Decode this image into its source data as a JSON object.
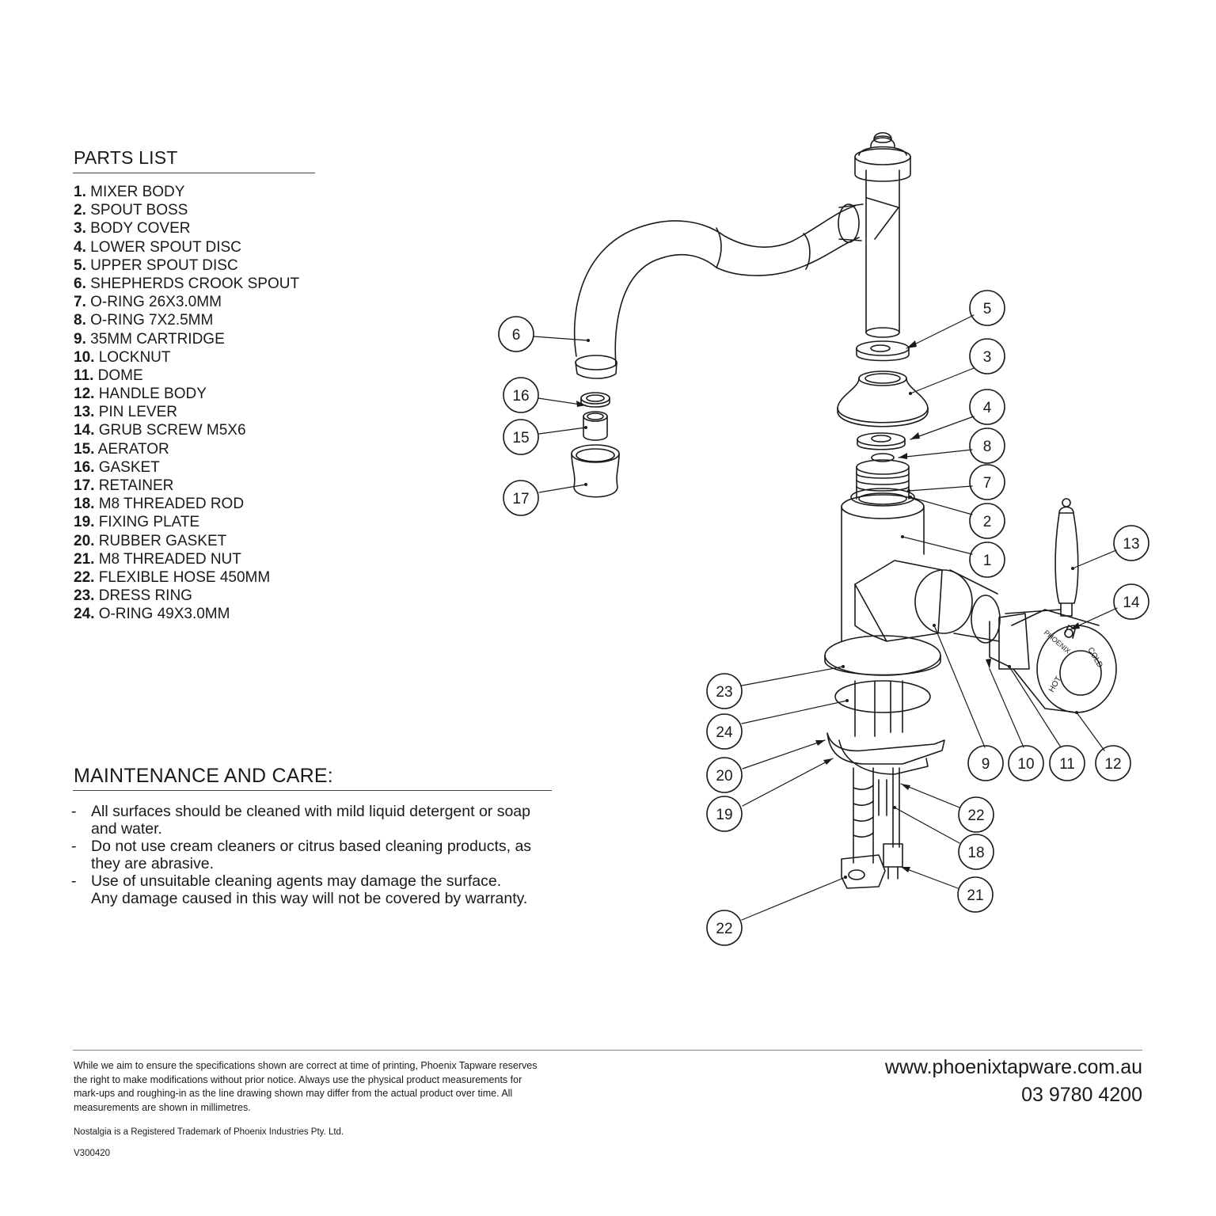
{
  "parts_list": {
    "title": "PARTS LIST",
    "items": [
      {
        "num": "1.",
        "label": "MIXER BODY"
      },
      {
        "num": "2.",
        "label": "SPOUT BOSS"
      },
      {
        "num": "3.",
        "label": "BODY COVER"
      },
      {
        "num": "4.",
        "label": "LOWER SPOUT DISC"
      },
      {
        "num": "5.",
        "label": "UPPER SPOUT DISC"
      },
      {
        "num": "6.",
        "label": "SHEPHERDS CROOK SPOUT"
      },
      {
        "num": "7.",
        "label": "O-RING 26X3.0MM"
      },
      {
        "num": "8.",
        "label": "O-RING 7X2.5MM"
      },
      {
        "num": "9.",
        "label": "35MM CARTRIDGE"
      },
      {
        "num": "10.",
        "label": "LOCKNUT"
      },
      {
        "num": "11.",
        "label": "DOME"
      },
      {
        "num": "12.",
        "label": "HANDLE BODY"
      },
      {
        "num": "13.",
        "label": "PIN LEVER"
      },
      {
        "num": "14.",
        "label": "GRUB SCREW M5X6"
      },
      {
        "num": "15.",
        "label": "AERATOR"
      },
      {
        "num": "16.",
        "label": "GASKET"
      },
      {
        "num": "17.",
        "label": "RETAINER"
      },
      {
        "num": "18.",
        "label": "M8 THREADED ROD"
      },
      {
        "num": "19.",
        "label": "FIXING PLATE"
      },
      {
        "num": "20.",
        "label": "RUBBER GASKET"
      },
      {
        "num": "21.",
        "label": "M8 THREADED NUT"
      },
      {
        "num": "22.",
        "label": "FLEXIBLE HOSE 450MM"
      },
      {
        "num": "23.",
        "label": "DRESS RING"
      },
      {
        "num": "24.",
        "label": "O-RING 49X3.0MM"
      }
    ]
  },
  "maintenance": {
    "title": "MAINTENANCE AND CARE:",
    "bullet": "-",
    "items": [
      [
        "All surfaces should be cleaned with mild liquid detergent or soap",
        "and water."
      ],
      [
        "Do not use cream cleaners or citrus based cleaning products, as",
        "they are abrasive."
      ],
      [
        "Use of unsuitable cleaning agents may damage the surface.",
        "Any damage caused in this way will not be covered by warranty."
      ]
    ]
  },
  "diagram": {
    "callouts": [
      "5",
      "3",
      "4",
      "8",
      "7",
      "2",
      "1",
      "6",
      "16",
      "15",
      "17",
      "13",
      "14",
      "23",
      "24",
      "20",
      "19",
      "9",
      "10",
      "11",
      "12",
      "22",
      "18",
      "21",
      "22"
    ],
    "handle_markings": [
      "HOT",
      "COLD",
      "PHOENIX"
    ]
  },
  "footer": {
    "disclaimer": "While we aim to ensure the specifications shown are correct at time of printing, Phoenix Tapware reserves the right to make modifications without prior notice. Always use the physical product measurements for mark-ups and roughing-in as the line drawing shown may differ from the actual product over time. All measurements are shown in millimetres.",
    "trademark": "Nostalgia is a Registered Trademark of Phoenix Industries Pty. Ltd.",
    "version": "V300420",
    "website": "www.phoenixtapware.com.au",
    "phone": "03 9780 4200"
  }
}
